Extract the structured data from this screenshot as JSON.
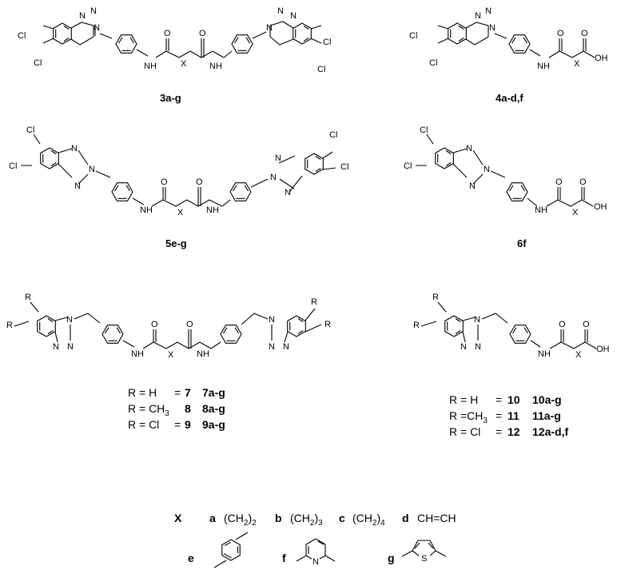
{
  "atoms": {
    "N": "N",
    "Cl": "Cl",
    "H": "H",
    "O": "O",
    "X": "X",
    "OH": "OH",
    "NH": "NH",
    "R": "R",
    "S": "S"
  },
  "compound_labels": {
    "c3": "3a-g",
    "c4": "4a-d,f",
    "c5": "5e-g",
    "c6": "6f"
  },
  "r_table_left": [
    {
      "r": "R = H",
      "eq": "=",
      "num": "7",
      "series": "7a-g"
    },
    {
      "r": "R = CH",
      "sub": "3",
      "eq": "",
      "num": "8",
      "series": "8a-g"
    },
    {
      "r": "R = Cl",
      "eq": "=",
      "num": "9",
      "series": "9a-g"
    }
  ],
  "r_table_right": [
    {
      "r": "R = H",
      "eq": "=",
      "num": "10",
      "series": "10a-g"
    },
    {
      "r": "R =CH",
      "sub": "3",
      "eq": "=",
      "num": "11",
      "series": "11a-g"
    },
    {
      "r": "R = Cl",
      "eq": "=",
      "num": "12",
      "series": "12a-d,f"
    }
  ],
  "x_legend": {
    "x": "X",
    "a": {
      "letter": "a",
      "text": "(CH",
      "sub": "2",
      "close": ")",
      "sub2": "2"
    },
    "b": {
      "letter": "b",
      "text": "(CH",
      "sub": "2",
      "close": ")",
      "sub2": "3"
    },
    "c": {
      "letter": "c",
      "text": "(CH",
      "sub": "2",
      "close": ")",
      "sub2": "4"
    },
    "d": {
      "letter": "d",
      "text": "CH=CH"
    },
    "e": {
      "letter": "e"
    },
    "f": {
      "letter": "f"
    },
    "g": {
      "letter": "g"
    }
  }
}
